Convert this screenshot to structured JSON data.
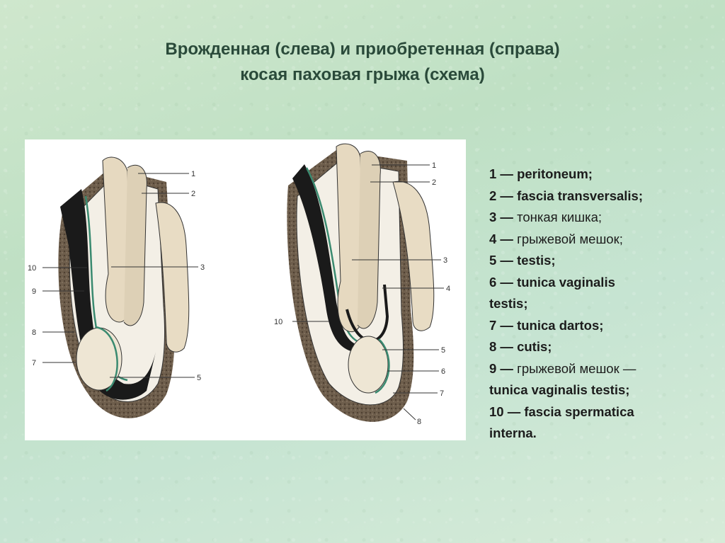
{
  "title": {
    "line1": "Врожденная (слева) и приобретенная (справа)",
    "line2": "косая паховая грыжа (схема)"
  },
  "figure": {
    "left_labels": [
      "1",
      "2",
      "3",
      "10",
      "9",
      "8",
      "7",
      "5"
    ],
    "right_labels": [
      "1",
      "2",
      "3",
      "4",
      "10",
      "5",
      "6",
      "7",
      "8"
    ]
  },
  "legend": [
    {
      "prefix": "1 — ",
      "text": "peritoneum;",
      "continuation": ""
    },
    {
      "prefix": "2 — ",
      "text": "fascia transversalis;",
      "continuation": ""
    },
    {
      "prefix": "3 — ",
      "text": "тонкая кишка;",
      "continuation": ""
    },
    {
      "prefix": "4 — ",
      "text": "грыжевой мешок;",
      "continuation": ""
    },
    {
      "prefix": "5 — ",
      "text": "testis;",
      "continuation": ""
    },
    {
      "prefix": "6 — ",
      "text": "tunica vaginalis",
      "continuation": "testis;"
    },
    {
      "prefix": "7 — ",
      "text": "tunica dartos;",
      "continuation": ""
    },
    {
      "prefix": "8 — ",
      "text": "cutis;",
      "continuation": ""
    },
    {
      "prefix": "9 — ",
      "text": "грыжевой мешок —",
      "continuation": "tunica vaginalis testis;"
    },
    {
      "prefix": "10 — ",
      "text": "fascia spermatica",
      "continuation": "interna."
    }
  ]
}
